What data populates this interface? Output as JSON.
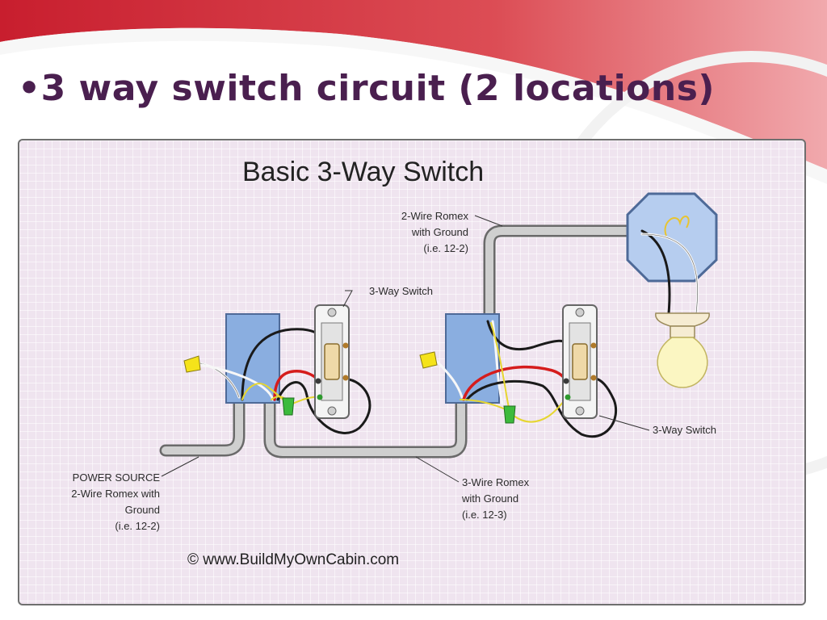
{
  "slide": {
    "title": "•3 way switch circuit (2 locations)",
    "colors": {
      "title": "#4a1f4f",
      "banner": "#d23a44",
      "panel": "#efe4ef"
    }
  },
  "diagram": {
    "title": "Basic 3-Way Switch",
    "labels": {
      "romex2_l1": "2-Wire Romex",
      "romex2_l2": "with Ground",
      "romex2_l3": "(i.e. 12-2)",
      "switch_top": "3-Way Switch",
      "switch_right": "3-Way Switch",
      "power_l1": "POWER SOURCE",
      "power_l2": "2-Wire Romex with",
      "power_l3": "Ground",
      "power_l4": "(i.e. 12-2)",
      "romex3_l1": "3-Wire Romex",
      "romex3_l2": "with Ground",
      "romex3_l3": "(i.e. 12-3)"
    },
    "credit": "© www.BuildMyOwnCabin.com",
    "icons": [
      "octagon-light-box-icon",
      "light-bulb-icon",
      "three-way-switch-icon",
      "wire-nut-icon",
      "electrical-box-icon"
    ]
  }
}
